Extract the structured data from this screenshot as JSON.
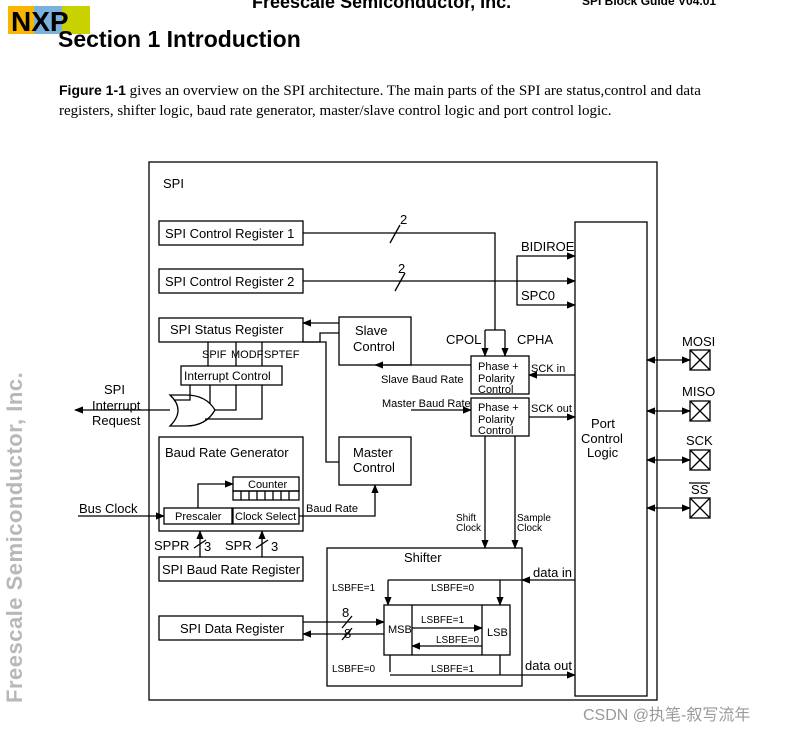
{
  "header": {
    "brand_logo": "NXP",
    "center_text": "Freescale Semiconductor, Inc.",
    "right_text": "SPI Block Guide V04.01"
  },
  "section": {
    "title": "Section 1  Introduction"
  },
  "intro": {
    "figure_ref": "Figure 1-1",
    "text": " gives an overview on the SPI architecture. The main parts of the SPI are status,control and data registers, shifter logic, baud rate generator, master/slave control logic and port control logic."
  },
  "diagram": {
    "spi_label": "SPI",
    "control_reg_1": "SPI Control Register 1",
    "control_reg_2": "SPI Control Register 2",
    "status_reg": "SPI Status Register",
    "status_bits": {
      "spif": "SPIF",
      "modf": "MODF",
      "sptef": "SPTEF"
    },
    "interrupt_control": "Interrupt Control",
    "interrupt_request": [
      "SPI",
      "Interrupt",
      "Request"
    ],
    "baud_rate_generator": "Baud Rate Generator",
    "counter": "Counter",
    "prescaler": "Prescaler",
    "clock_select": "Clock Select",
    "baud_rate": "Baud Rate",
    "bus_clock": "Bus Clock",
    "sppr": "SPPR",
    "spr": "SPR",
    "sppr_width": "3",
    "spr_width": "3",
    "baud_rate_reg": "SPI Baud Rate Register",
    "data_reg": "SPI Data Register",
    "slave_control": [
      "Slave",
      "Control"
    ],
    "master_control": [
      "Master",
      "Control"
    ],
    "slave_baud_rate": "Slave Baud Rate",
    "master_baud_rate": "Master Baud Rate",
    "cpol": "CPOL",
    "cpha": "CPHA",
    "bidiroe": "BIDIROE",
    "spc0": "SPC0",
    "bus_width_2a": "2",
    "bus_width_2b": "2",
    "phase_polarity": [
      "Phase +",
      "Polarity",
      "Control"
    ],
    "sck_in": "SCK in",
    "sck_out": "SCK out",
    "port_control": [
      "Port",
      "Control",
      "Logic"
    ],
    "pins": {
      "mosi": "MOSI",
      "miso": "MISO",
      "sck": "SCK",
      "ss": "SS"
    },
    "shift_clock": [
      "Shift",
      "Clock"
    ],
    "sample_clock": [
      "Sample",
      "Clock"
    ],
    "shifter": "Shifter",
    "data_in": "data in",
    "data_out": "data out",
    "msb": "MSB",
    "lsb": "LSB",
    "lsbfe1": "LSBFE=1",
    "lsbfe0": "LSBFE=0",
    "width_8a": "8",
    "width_8b": "8"
  },
  "watermark": "Freescale Semiconductor, Inc.",
  "footer_credit": "CSDN @执笔-叙写流年"
}
